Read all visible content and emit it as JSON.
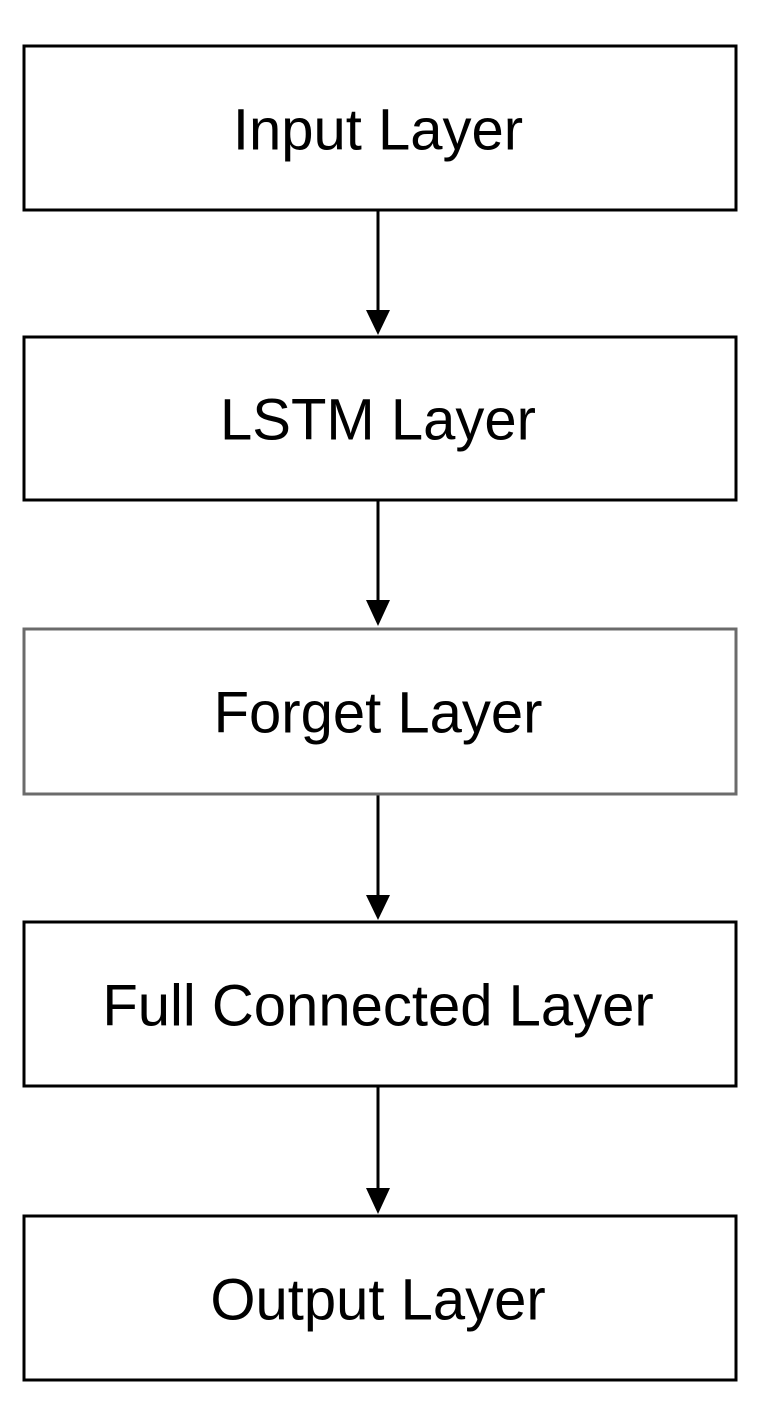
{
  "diagram": {
    "nodes": [
      {
        "id": "input",
        "label": "Input Layer"
      },
      {
        "id": "lstm",
        "label": "LSTM Layer"
      },
      {
        "id": "forget",
        "label": "Forget Layer"
      },
      {
        "id": "fc",
        "label": "Full Connected Layer"
      },
      {
        "id": "output",
        "label": "Output Layer"
      }
    ],
    "edges": [
      {
        "from": "input",
        "to": "lstm"
      },
      {
        "from": "lstm",
        "to": "forget"
      },
      {
        "from": "forget",
        "to": "fc"
      },
      {
        "from": "fc",
        "to": "output"
      }
    ],
    "colors": {
      "stroke": "#000000",
      "stroke_alt": "#6b6b6b",
      "fill": "#ffffff",
      "text": "#000000"
    }
  }
}
